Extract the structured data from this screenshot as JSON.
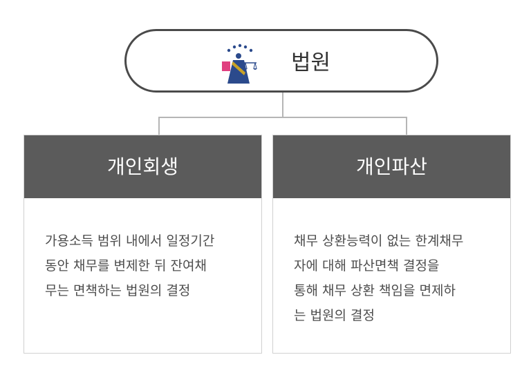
{
  "court": {
    "label": "법원"
  },
  "cards": [
    {
      "title": "개인회생",
      "lines": [
        "가용소득 범위 내에서 일정기간",
        "동안 채무를 변제한 뒤 잔여채",
        "무는 면책하는 법원의 결정"
      ]
    },
    {
      "title": "개인파산",
      "lines": [
        "채무 상환능력이 없는 한계채무",
        "자에 대해 파산면책 결정을",
        "통해 채무 상환 책임을 면제하",
        "는 법원의 결정"
      ]
    }
  ],
  "colors": {
    "pill_border": "#4a4a4a",
    "header_bg": "#5b5b5b",
    "connector": "#b5b5b5",
    "card_border": "#d0d0d0",
    "emblem_blue": "#2b4a8c",
    "emblem_pink": "#e04080",
    "emblem_gold": "#c9a227"
  },
  "icons": {
    "court_emblem": "supreme-court-emblem"
  }
}
